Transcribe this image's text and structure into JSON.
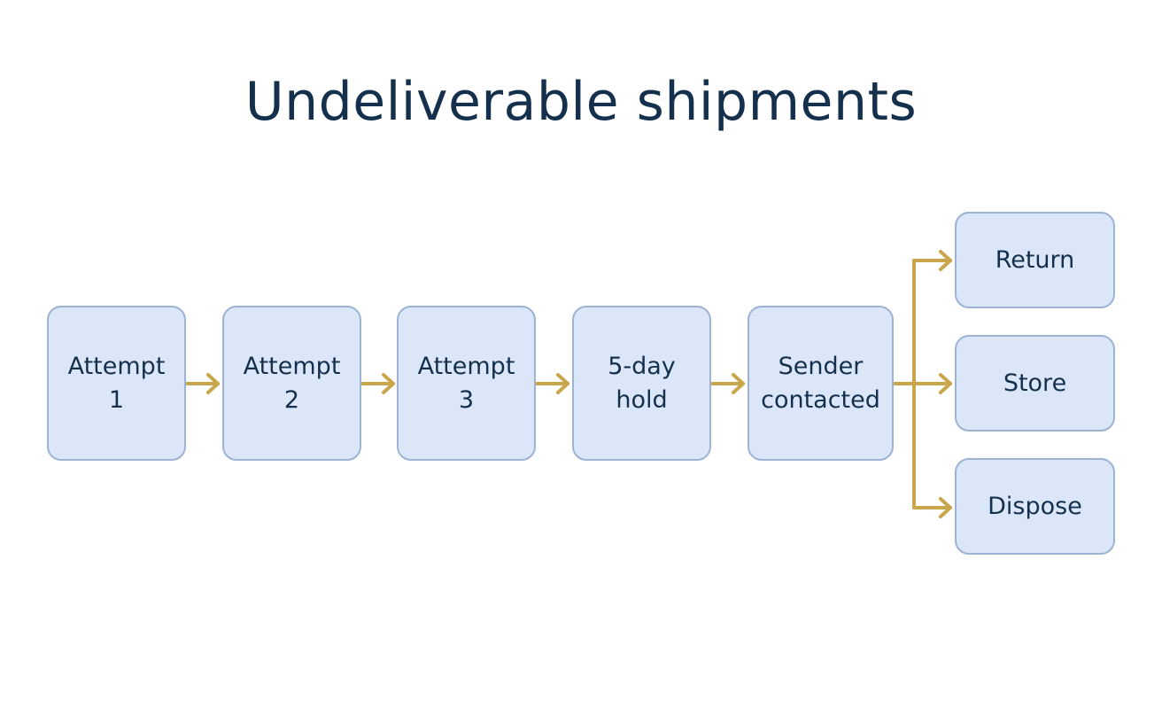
{
  "title": "Undeliverable shipments",
  "colors": {
    "node_fill": "#dbe7f8",
    "node_border": "#9db3d3",
    "arrow": "#c9a64c",
    "text": "#14304d"
  },
  "nodes": [
    {
      "id": "attempt-1",
      "label": "Attempt\n1"
    },
    {
      "id": "attempt-2",
      "label": "Attempt\n2"
    },
    {
      "id": "attempt-3",
      "label": "Attempt\n3"
    },
    {
      "id": "hold",
      "label": "5-day\nhold"
    },
    {
      "id": "sender-contacted",
      "label": "Sender\ncontacted"
    },
    {
      "id": "return",
      "label": "Return"
    },
    {
      "id": "store",
      "label": "Store"
    },
    {
      "id": "dispose",
      "label": "Dispose"
    }
  ],
  "edges": [
    {
      "from": "attempt-1",
      "to": "attempt-2"
    },
    {
      "from": "attempt-2",
      "to": "attempt-3"
    },
    {
      "from": "attempt-3",
      "to": "hold"
    },
    {
      "from": "hold",
      "to": "sender-contacted"
    },
    {
      "from": "sender-contacted",
      "to": "return"
    },
    {
      "from": "sender-contacted",
      "to": "store"
    },
    {
      "from": "sender-contacted",
      "to": "dispose"
    }
  ]
}
